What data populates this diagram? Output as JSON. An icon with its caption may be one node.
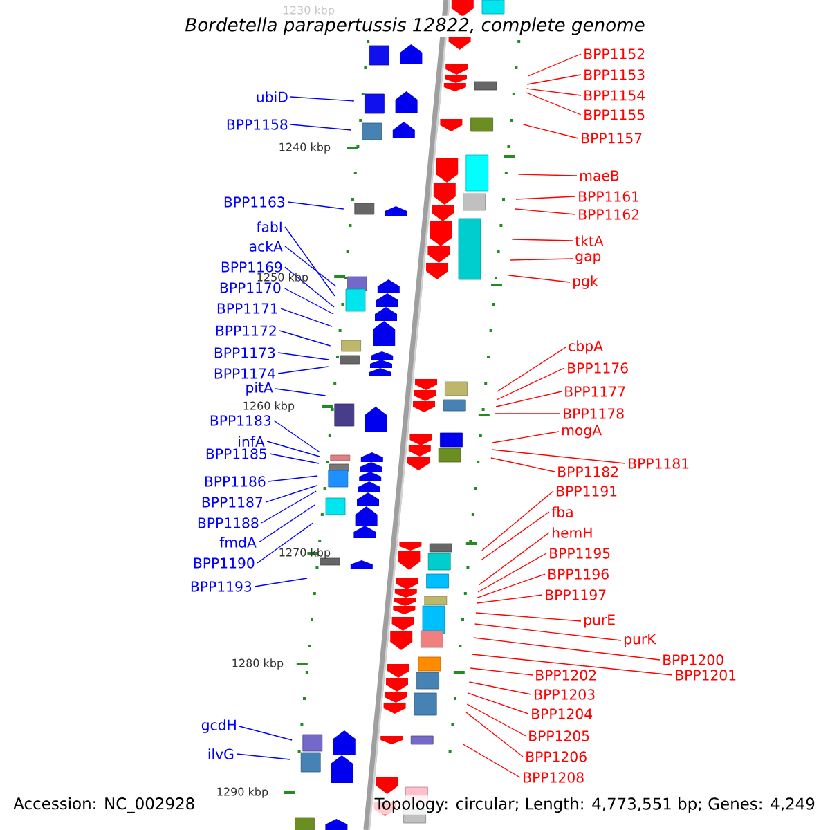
{
  "diagram": {
    "title": "Bordetella parapertussis 12822, complete genome",
    "nodes": [
      {
        "text": [
          "ubiD"
        ]
      },
      {
        "text": [
          "BPP1158"
        ]
      },
      {
        "text": [
          "BPP1163"
        ]
      },
      {
        "text": [
          "fabI"
        ]
      },
      {
        "text": [
          "ackA"
        ]
      },
      {
        "text": [
          "BPP1169"
        ]
      },
      {
        "text": [
          "BPP1170"
        ]
      },
      {
        "text": [
          "BPP1171"
        ]
      },
      {
        "text": [
          "BPP1172"
        ]
      },
      {
        "text": [
          "BPP1173"
        ]
      },
      {
        "text": [
          "BPP1174"
        ]
      },
      {
        "text": [
          "pitA"
        ]
      },
      {
        "text": [
          "BPP1183"
        ]
      },
      {
        "text": [
          "infA"
        ]
      },
      {
        "text": [
          "BPP1185"
        ]
      },
      {
        "text": [
          "BPP1186"
        ]
      },
      {
        "text": [
          "BPP1187"
        ]
      },
      {
        "text": [
          "BPP1188"
        ]
      },
      {
        "text": [
          "fmdA"
        ]
      },
      {
        "text": [
          "BPP1190"
        ]
      },
      {
        "text": [
          "BPP1193"
        ]
      },
      {
        "text": [
          "gcdH"
        ]
      },
      {
        "text": [
          "ilvG"
        ]
      },
      {
        "text": [
          "BPP1152"
        ]
      },
      {
        "text": [
          "BPP1153"
        ]
      },
      {
        "text": [
          "BPP1154"
        ]
      },
      {
        "text": [
          "BPP1155"
        ]
      },
      {
        "text": [
          "BPP1157"
        ]
      },
      {
        "text": [
          "maeB"
        ]
      },
      {
        "text": [
          "BPP1161"
        ]
      },
      {
        "text": [
          "BPP1162"
        ]
      },
      {
        "text": [
          "tktA"
        ]
      },
      {
        "text": [
          "gap"
        ]
      },
      {
        "text": [
          "pgk"
        ]
      },
      {
        "text": [
          "cbpA"
        ]
      },
      {
        "text": [
          "BPP1176"
        ]
      },
      {
        "text": [
          "BPP1177"
        ]
      },
      {
        "text": [
          "BPP1178"
        ]
      },
      {
        "text": [
          "mogA"
        ]
      },
      {
        "text": [
          "BPP1181"
        ]
      },
      {
        "text": [
          "BPP1182"
        ]
      },
      {
        "text": [
          "BPP1191"
        ]
      },
      {
        "text": [
          "fba"
        ]
      },
      {
        "text": [
          "hemH"
        ]
      },
      {
        "text": [
          "BPP1195"
        ]
      },
      {
        "text": [
          "BPP1196"
        ]
      },
      {
        "text": [
          "BPP1197"
        ]
      },
      {
        "text": [
          "purE"
        ]
      },
      {
        "text": [
          "purK"
        ]
      },
      {
        "text": [
          "BPP1200"
        ]
      },
      {
        "text": [
          "BPP1201"
        ]
      },
      {
        "text": [
          "BPP1202"
        ]
      },
      {
        "text": [
          "BPP1203"
        ]
      },
      {
        "text": [
          "BPP1204"
        ]
      },
      {
        "text": [
          "BPP1205"
        ]
      },
      {
        "text": [
          "BPP1206"
        ]
      },
      {
        "text": [
          "BPP1208"
        ]
      }
    ],
    "edges": [
      {
        "from": 0,
        "to": null,
        "arrow": "none",
        "color": "#0000ff"
      },
      {
        "from": 1,
        "to": null,
        "arrow": "none",
        "color": "#0000ff"
      },
      {
        "from": 2,
        "to": null,
        "arrow": "none",
        "color": "#0000ff"
      },
      {
        "from": 3,
        "to": null,
        "arrow": "none",
        "color": "#0000ff"
      },
      {
        "from": 4,
        "to": null,
        "arrow": "none",
        "color": "#0000ff"
      },
      {
        "from": 5,
        "to": null,
        "arrow": "none",
        "color": "#0000ff"
      },
      {
        "from": 6,
        "to": null,
        "arrow": "none",
        "color": "#0000ff"
      },
      {
        "from": 7,
        "to": null,
        "arrow": "none",
        "color": "#0000ff"
      },
      {
        "from": 8,
        "to": null,
        "arrow": "none",
        "color": "#0000ff"
      },
      {
        "from": 9,
        "to": null,
        "arrow": "none",
        "color": "#0000ff"
      },
      {
        "from": 10,
        "to": null,
        "arrow": "none",
        "color": "#0000ff"
      },
      {
        "from": 11,
        "to": null,
        "arrow": "none",
        "color": "#0000ff"
      },
      {
        "from": 12,
        "to": null,
        "arrow": "none",
        "color": "#0000ff"
      },
      {
        "from": 13,
        "to": null,
        "arrow": "none",
        "color": "#0000ff"
      },
      {
        "from": 14,
        "to": null,
        "arrow": "none",
        "color": "#0000ff"
      },
      {
        "from": 15,
        "to": null,
        "arrow": "none",
        "color": "#0000ff"
      },
      {
        "from": 16,
        "to": null,
        "arrow": "none",
        "color": "#0000ff"
      },
      {
        "from": 17,
        "to": null,
        "arrow": "none",
        "color": "#0000ff"
      },
      {
        "from": 18,
        "to": null,
        "arrow": "none",
        "color": "#0000ff"
      },
      {
        "from": 19,
        "to": null,
        "arrow": "none",
        "color": "#0000ff"
      },
      {
        "from": 20,
        "to": null,
        "arrow": "none",
        "color": "#0000ff"
      },
      {
        "from": 21,
        "to": null,
        "arrow": "none",
        "color": "#0000ff"
      },
      {
        "from": 22,
        "to": null,
        "arrow": "none",
        "color": "#0000ff"
      },
      {
        "from": 23,
        "to": null,
        "arrow": "none"
      },
      {
        "from": 24,
        "to": null,
        "arrow": "none"
      },
      {
        "from": 25,
        "to": null,
        "arrow": "none"
      },
      {
        "from": 26,
        "to": null,
        "arrow": "none"
      },
      {
        "from": 27,
        "to": null,
        "arrow": "none"
      },
      {
        "from": 28,
        "to": null,
        "arrow": "none"
      },
      {
        "from": 29,
        "to": null,
        "arrow": "none"
      },
      {
        "from": 30,
        "to": null,
        "arrow": "none"
      },
      {
        "from": 31,
        "to": null,
        "arrow": "none"
      },
      {
        "from": 32,
        "to": null,
        "arrow": "none"
      },
      {
        "from": 33,
        "to": null,
        "arrow": "none"
      },
      {
        "from": 34,
        "to": null,
        "arrow": "none"
      },
      {
        "from": 35,
        "to": null,
        "arrow": "none"
      },
      {
        "from": 36,
        "to": null,
        "arrow": "none"
      },
      {
        "from": 37,
        "to": null,
        "arrow": "none"
      },
      {
        "from": 38,
        "to": null,
        "arrow": "none"
      },
      {
        "from": 39,
        "to": null,
        "arrow": "none"
      },
      {
        "from": 40,
        "to": null,
        "arrow": "none"
      },
      {
        "from": 41,
        "to": null,
        "arrow": "none"
      },
      {
        "from": 42,
        "to": null,
        "arrow": "none"
      },
      {
        "from": 43,
        "to": null,
        "arrow": "none"
      },
      {
        "from": 44,
        "to": null,
        "arrow": "none"
      },
      {
        "from": 45,
        "to": null,
        "arrow": "none"
      },
      {
        "from": 46,
        "to": null,
        "arrow": "none"
      },
      {
        "from": 47,
        "to": null,
        "arrow": "none"
      },
      {
        "from": 48,
        "to": null,
        "arrow": "none"
      },
      {
        "from": 49,
        "to": null,
        "arrow": "none"
      },
      {
        "from": 50,
        "to": null,
        "arrow": "none"
      },
      {
        "from": 51,
        "to": null,
        "arrow": "none"
      },
      {
        "from": 52,
        "to": null,
        "arrow": "none"
      },
      {
        "from": 53,
        "to": null,
        "arrow": "none"
      },
      {
        "from": 54,
        "to": null,
        "arrow": "none"
      },
      {
        "from": 55,
        "to": null,
        "arrow": "none"
      },
      {
        "from": 56,
        "to": null,
        "arrow": "none"
      }
    ],
    "labels": [
      "1230 kbp",
      "1240 kbp",
      "1250 kbp",
      "1260 kbp",
      "1270 kbp",
      "1280 kbp",
      "1290 kbp",
      "Accession: NC_002928",
      "Topology: circular; Length: 4,773,551 bp; Genes: 4,249"
    ]
  }
}
